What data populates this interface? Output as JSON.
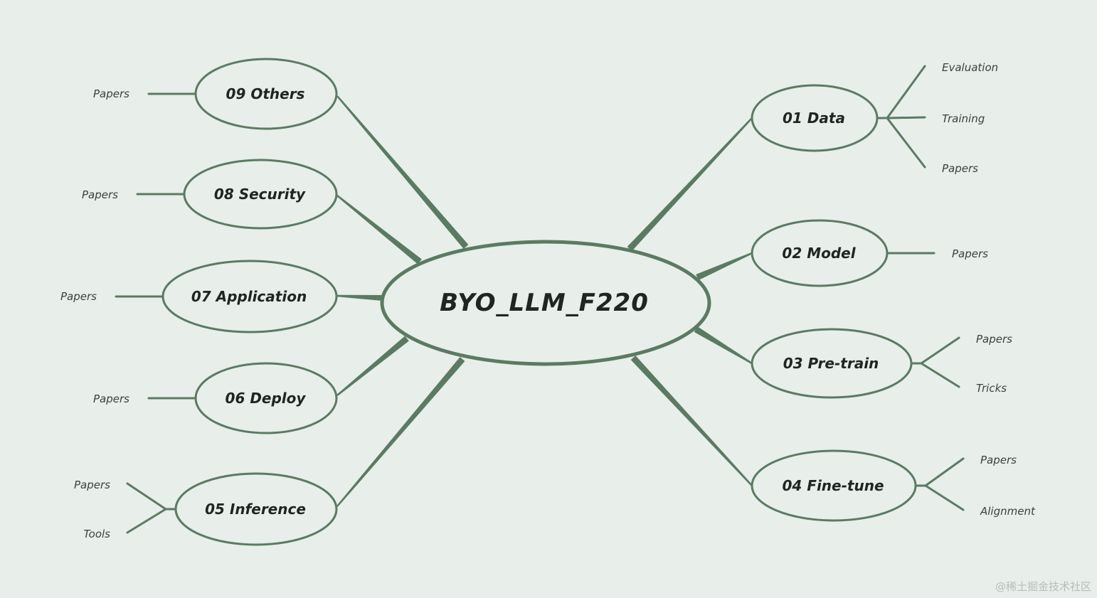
{
  "root": {
    "label": "BYO_LLM_F220"
  },
  "colors": {
    "stroke": "#5b7a63",
    "background": "#e8eee9",
    "text": "#1f2520"
  },
  "branches": [
    {
      "label": "01 Data",
      "children": [
        "Evaluation",
        "Training",
        "Papers"
      ]
    },
    {
      "label": "02 Model",
      "children": [
        "Papers"
      ]
    },
    {
      "label": "03 Pre-train",
      "children": [
        "Papers",
        "Tricks"
      ]
    },
    {
      "label": "04 Fine-tune",
      "children": [
        "Papers",
        "Alignment"
      ]
    },
    {
      "label": "05 Inference",
      "children": [
        "Papers",
        "Tools"
      ]
    },
    {
      "label": "06 Deploy",
      "children": [
        "Papers"
      ]
    },
    {
      "label": "07 Application",
      "children": [
        "Papers"
      ]
    },
    {
      "label": "08 Security",
      "children": [
        "Papers"
      ]
    },
    {
      "label": "09 Others",
      "children": [
        "Papers"
      ]
    }
  ],
  "watermark": "@稀土掘金技术社区"
}
